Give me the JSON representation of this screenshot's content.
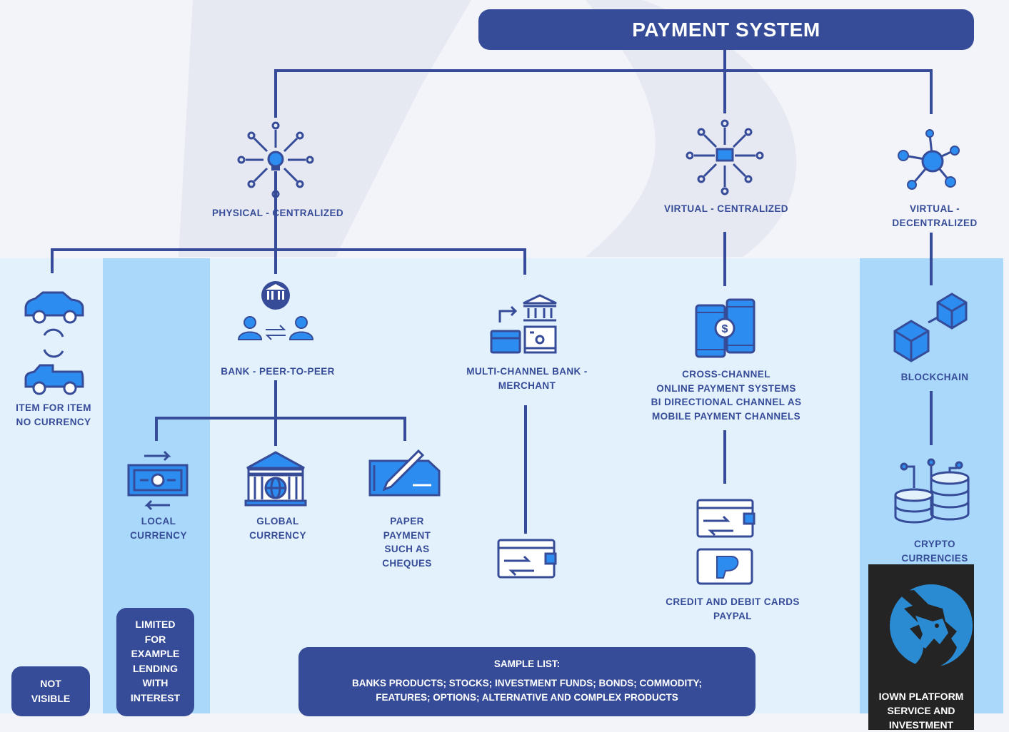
{
  "title": "PAYMENT SYSTEM",
  "categories": {
    "physical": "PHYSICAL - CENTRALIZED",
    "virtual_centralized": "VIRTUAL - CENTRALIZED",
    "virtual_decentralized": "VIRTUAL - DECENTRALIZED"
  },
  "nodes": {
    "item_for_item": "ITEM FOR ITEM\nNO CURRENCY",
    "bank_p2p": "BANK  - PEER-TO-PEER",
    "multichannel": "MULTI-CHANNEL BANK  -\nMERCHANT",
    "cross_channel": "CROSS-CHANNEL\nONLINE PAYMENT SYSTEMS\nBI DIRECTIONAL CHANNEL AS\nMOBILE PAYMENT CHANNELS",
    "blockchain": "BLOCKCHAIN",
    "local_currency": "LOCAL\nCURRENCY",
    "global_currency": "GLOBAL\nCURRENCY",
    "paper_payment": "PAPER\nPAYMENT\nSUCH AS\nCHEQUES",
    "credit_debit": "CREDIT AND DEBIT CARDS\nPAYPAL",
    "crypto": "CRYPTO CURRENCIES"
  },
  "notes": {
    "not_visible": "NOT\nVISIBLE",
    "limited": "LIMITED\nFOR\nEXAMPLE\nLENDING\nWITH\nINTEREST",
    "sample_title": "SAMPLE LIST:",
    "sample_body": "BANKS PRODUCTS; STOCKS; INVESTMENT FUNDS; BONDS; COMMODITY;\nFEATURES; OPTIONS; ALTERNATIVE AND COMPLEX PRODUCTS",
    "iown": "IOWN PLATFORM\nSERVICE AND\nINVESTMENT"
  },
  "colors": {
    "primary": "#364c98",
    "accent_blue": "#2d8cf0",
    "panel_light": "#e3f1fc",
    "panel_mid": "#a9d8fb",
    "background": "#f2f4f9",
    "iown_bg": "#242424",
    "iown_logo": "#2a8bd3"
  },
  "icons": [
    "network-hub-person-icon",
    "network-hub-monitor-icon",
    "decentralized-node-icon",
    "car-swap-icon",
    "bank-peer-icon",
    "bank-merchant-icon",
    "phones-exchange-icon",
    "blockchain-cube-icon",
    "cash-transfer-icon",
    "global-bank-icon",
    "cheque-pen-icon",
    "wallet-card-icon",
    "paypal-icon",
    "crypto-coins-icon",
    "iown-logo-icon"
  ]
}
